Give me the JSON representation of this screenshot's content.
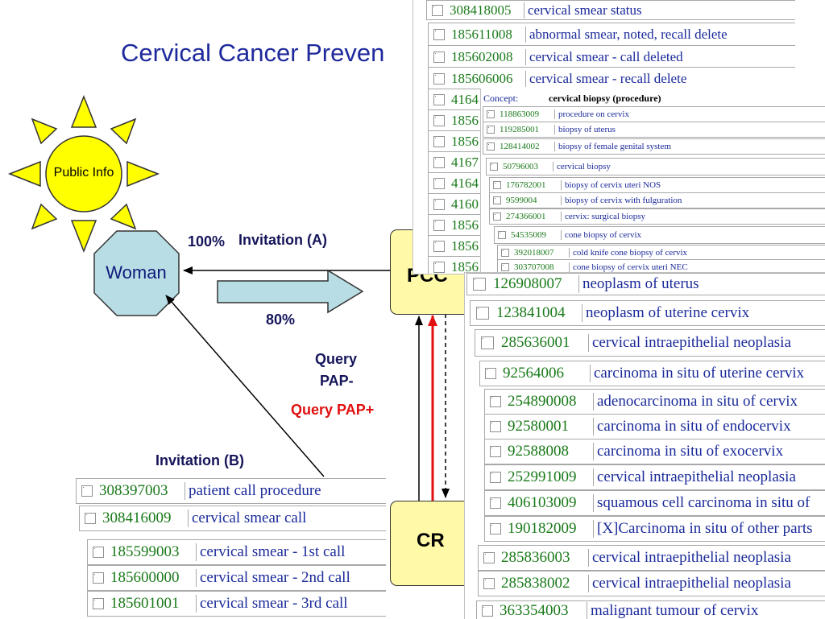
{
  "title": "Cervical Cancer Preven",
  "diagram": {
    "sun_label": "Public Info",
    "woman_label": "Woman",
    "gp_label": "PCC",
    "cr_label": "CR",
    "pct_100": "100%",
    "invitation_a": "Invitation (A)",
    "pct_80": "80%",
    "query_line1": "Query",
    "query_line2": "PAP-",
    "query_pos": "Query PAP+",
    "invitation_b": "Invitation (B)",
    "colors": {
      "sun": "#ffff00",
      "woman": "#b8dde4",
      "box": "#fff9a8",
      "arrow": "#b8dde4",
      "red": "#e01010",
      "title": "#1f2a9c"
    }
  },
  "panels": {
    "status": {
      "items": [
        {
          "code": "308418005",
          "term": "cervical smear status"
        },
        {
          "code": "185611008",
          "term": "abnormal smear, noted, recall delete"
        },
        {
          "code": "185602008",
          "term": "cervical smear - call deleted"
        },
        {
          "code": "185606006",
          "term": "cervical smear - recall delete"
        },
        {
          "code": "4164",
          "term": ""
        },
        {
          "code": "1856",
          "term": ""
        },
        {
          "code": "1856",
          "term": ""
        },
        {
          "code": "4167",
          "term": ""
        },
        {
          "code": "4164",
          "term": ""
        },
        {
          "code": "4160",
          "term": ""
        },
        {
          "code": "1856",
          "term": ""
        },
        {
          "code": "1856",
          "term": ""
        },
        {
          "code": "1856",
          "term": ""
        }
      ]
    },
    "biopsy": {
      "concept_label": "Concept:",
      "concept_value": "cervical biopsy (procedure)",
      "items": [
        {
          "code": "118863009",
          "term": "procedure on cervix"
        },
        {
          "code": "119285001",
          "term": "biopsy of uterus"
        },
        {
          "code": "128414002",
          "term": "biopsy of female genital system"
        },
        {
          "code": "50796003",
          "term": "cervical biopsy"
        },
        {
          "code": "176782001",
          "term": "biopsy of cervix uteri NOS"
        },
        {
          "code": "9599004",
          "term": "biopsy of cervix with fulguration"
        },
        {
          "code": "274366001",
          "term": "cervix: surgical biopsy"
        },
        {
          "code": "54535009",
          "term": "cone biopsy of cervix"
        },
        {
          "code": "392018007",
          "term": "cold knife cone biopsy of cervix"
        },
        {
          "code": "303707008",
          "term": "cone biopsy of cervix uteri NEC"
        }
      ]
    },
    "neoplasm": {
      "items": [
        {
          "code": "126908007",
          "term": "neoplasm of uterus"
        },
        {
          "code": "123841004",
          "term": "neoplasm of uterine cervix"
        },
        {
          "code": "285636001",
          "term": "cervical intraepithelial neoplasia"
        },
        {
          "code": "92564006",
          "term": "carcinoma in situ of uterine cervix"
        },
        {
          "code": "254890008",
          "term": "adenocarcinoma in situ of cervix"
        },
        {
          "code": "92580001",
          "term": "carcinoma in situ of endocervix"
        },
        {
          "code": "92588008",
          "term": "carcinoma in situ of exocervix"
        },
        {
          "code": "252991009",
          "term": "cervical intraepithelial neoplasia"
        },
        {
          "code": "406103009",
          "term": "squamous cell carcinoma in situ of"
        },
        {
          "code": "190182009",
          "term": "[X]Carcinoma in situ of other parts"
        },
        {
          "code": "285836003",
          "term": "cervical intraepithelial neoplasia"
        },
        {
          "code": "285838002",
          "term": "cervical intraepithelial neoplasia"
        },
        {
          "code": "363354003",
          "term": "malignant tumour of cervix"
        }
      ]
    },
    "call": {
      "items": [
        {
          "code": "308397003",
          "term": "patient call procedure"
        },
        {
          "code": "308416009",
          "term": "cervical smear call"
        },
        {
          "code": "185599003",
          "term": "cervical smear - 1st call"
        },
        {
          "code": "185600000",
          "term": "cervical smear - 2nd call"
        },
        {
          "code": "185601001",
          "term": "cervical smear - 3rd call"
        }
      ]
    }
  }
}
